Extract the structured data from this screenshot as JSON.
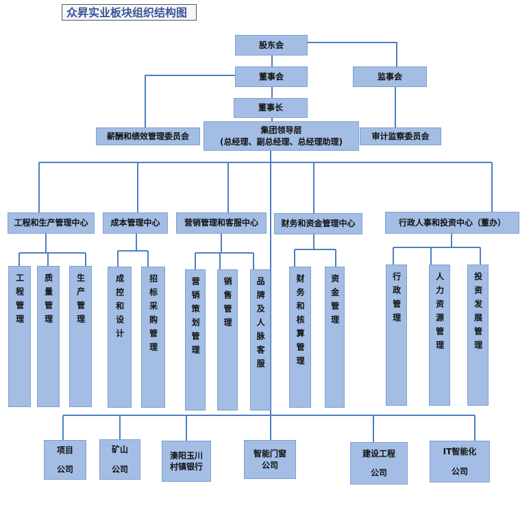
{
  "title": "众昇实业板块组织结构图",
  "governance": {
    "shareholders": "股东会",
    "board": "董事会",
    "supervisors": "监事会",
    "chairman": "董事长",
    "leadership_line1": "集团领导层",
    "leadership_line2": "(总经理、副总经理、总经理助理)",
    "pay_committee": "薪酬和绩效管理委员会",
    "audit_committee": "审计监察委员会"
  },
  "centers": [
    {
      "name": "工程和生产管理中心",
      "units": [
        "工程管理",
        "质量管理",
        "生产管理"
      ]
    },
    {
      "name": "成本管理中心",
      "units": [
        "成控和设计",
        "招标采购管理"
      ]
    },
    {
      "name": "营销管理和客服中心",
      "units": [
        "营销策划管理",
        "销售管理",
        "品牌及人脉客服"
      ]
    },
    {
      "name": "财务和资金管理中心",
      "units": [
        "财务和核算管理",
        "资金管理"
      ]
    },
    {
      "name": "行政人事和投资中心（董办）",
      "units": [
        "行政管理",
        "人力资源管理",
        "投资发展管理"
      ]
    }
  ],
  "companies": [
    {
      "line1": "项目",
      "line2": "公司"
    },
    {
      "line1": "矿山",
      "line2": "公司"
    },
    {
      "line1": "湊阳玉川",
      "line2": "村镇银行"
    },
    {
      "line1": "智能门窗",
      "line2": "公司"
    },
    {
      "line1": "建设工程",
      "line2": "公司"
    },
    {
      "line1": "IT智能化",
      "line2": "公司"
    }
  ],
  "colors": {
    "box_fill": "#a3bde4",
    "box_border": "#7f9fd0",
    "line": "#4a7fc0",
    "title_text": "#3a5594"
  }
}
